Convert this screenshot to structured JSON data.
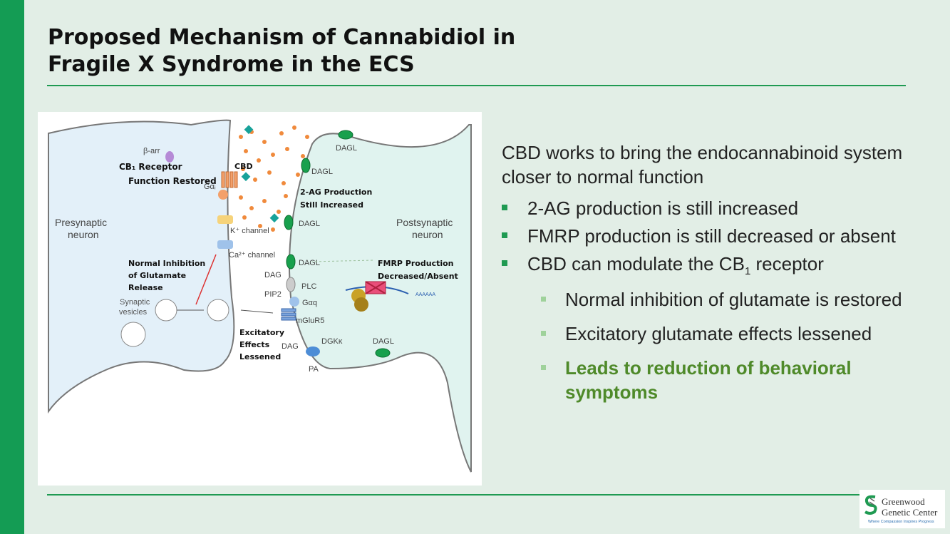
{
  "slide": {
    "title_lines": [
      "Proposed Mechanism of Cannabidiol in",
      "Fragile X Syndrome in the ECS"
    ],
    "colors": {
      "accent": "#1f9a52",
      "highlight": "#4f8a2a",
      "background": "#e2eee6"
    }
  },
  "diagram": {
    "presynaptic_label": [
      "Presynaptic",
      "neuron"
    ],
    "postsynaptic_label": [
      "Postsynaptic",
      "neuron"
    ],
    "beta_arr": "β-arr",
    "cb1_restored": [
      "CB₁ Receptor",
      "Function Restored"
    ],
    "cbd": "CBD",
    "g_alpha_i": "Gαᵢ",
    "k_channel": "K⁺ channel",
    "ca_channel": "Ca²⁺ channel",
    "normal_inhibition": [
      "Normal Inhibition",
      "of Glutamate",
      "Release"
    ],
    "synaptic_vesicles": [
      "Synaptic",
      "vesicles"
    ],
    "excitatory": [
      "Excitatory",
      "Effects",
      "Lessened"
    ],
    "two_ag": [
      "2-AG Production",
      "Still Increased"
    ],
    "dagl": "DAGL",
    "dag": "DAG",
    "plc": "PLC",
    "pip2": "PIP2",
    "g_alpha_q": "Gαq",
    "mglur5": "mGluR5",
    "dgk": "DGKκ",
    "pa": "PA",
    "fmrp": [
      "FMRP Production",
      "Decreased/Absent"
    ],
    "poly_a": "AAAAAA"
  },
  "content": {
    "intro": "CBD works to bring the endocannabinoid system closer to normal function",
    "b1": "2-AG production is still increased",
    "b2": "FMRP production is still decreased or absent",
    "b3_pre": "CBD can modulate the CB",
    "b3_sub": "1",
    "b3_post": " receptor",
    "sub1": "Normal inhibition of glutamate is restored",
    "sub2": "Excitatory glutamate effects lessened",
    "sub3": "Leads to reduction of behavioral symptoms"
  },
  "logo": {
    "line1": "Greenwood",
    "line2": "Genetic Center",
    "tagline": "Where Compassion Inspires Progress",
    "icon": "greenwood-s-icon"
  }
}
